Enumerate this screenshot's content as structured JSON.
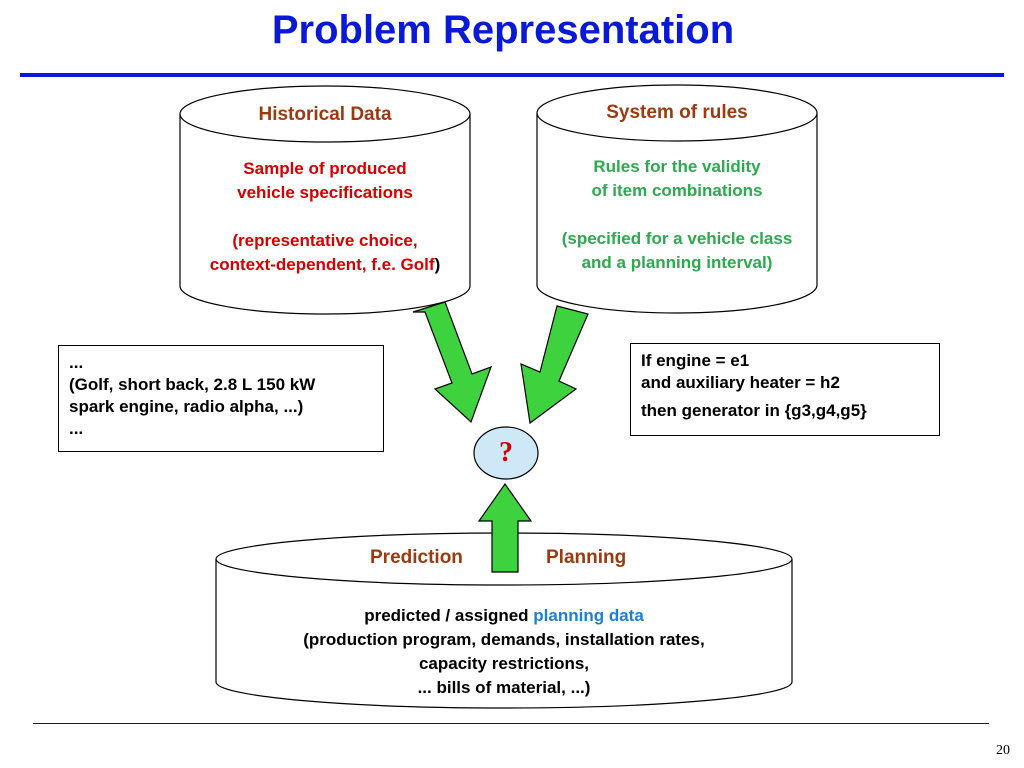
{
  "title": "Problem Representation",
  "historical": {
    "header": "Historical Data",
    "line1": "Sample of produced",
    "line2": "vehicle specifications",
    "line3": "(representative choice,",
    "line4_red": "context-dependent, f.e. Golf",
    "line4_close": ")"
  },
  "rules": {
    "header": "System of rules",
    "line1": "Rules for the validity",
    "line2": "of item combinations",
    "line3": "(specified for a vehicle class",
    "line4": "and a planning interval)"
  },
  "example_left": {
    "line1": "...",
    "line2": "(Golf, short back, 2.8 L 150 kW",
    "line3": "spark engine, radio alpha, ...)",
    "line4": "..."
  },
  "example_right": {
    "line1": "If  engine = e1",
    "line2": "and auxiliary heater = h2",
    "line3": "then  generator in {g3,g4,g5}"
  },
  "center": {
    "symbol": "?"
  },
  "planning": {
    "left_label": "Prediction",
    "right_label": "Planning",
    "line1_prefix": "predicted / assigned ",
    "line1_highlight": "planning data",
    "line2": "(production program, demands, installation rates,",
    "line3": "capacity restrictions,",
    "line4": "... bills of material, ...)"
  },
  "page_number": "20",
  "colors": {
    "title": "#0a19d6",
    "header": "#9b3a10",
    "historical_text": "#d10000",
    "rules_text": "#2fa84f",
    "arrow_fill": "#3fd23f",
    "center_fill": "#cfe8f8",
    "highlight": "#1e7fd8"
  }
}
